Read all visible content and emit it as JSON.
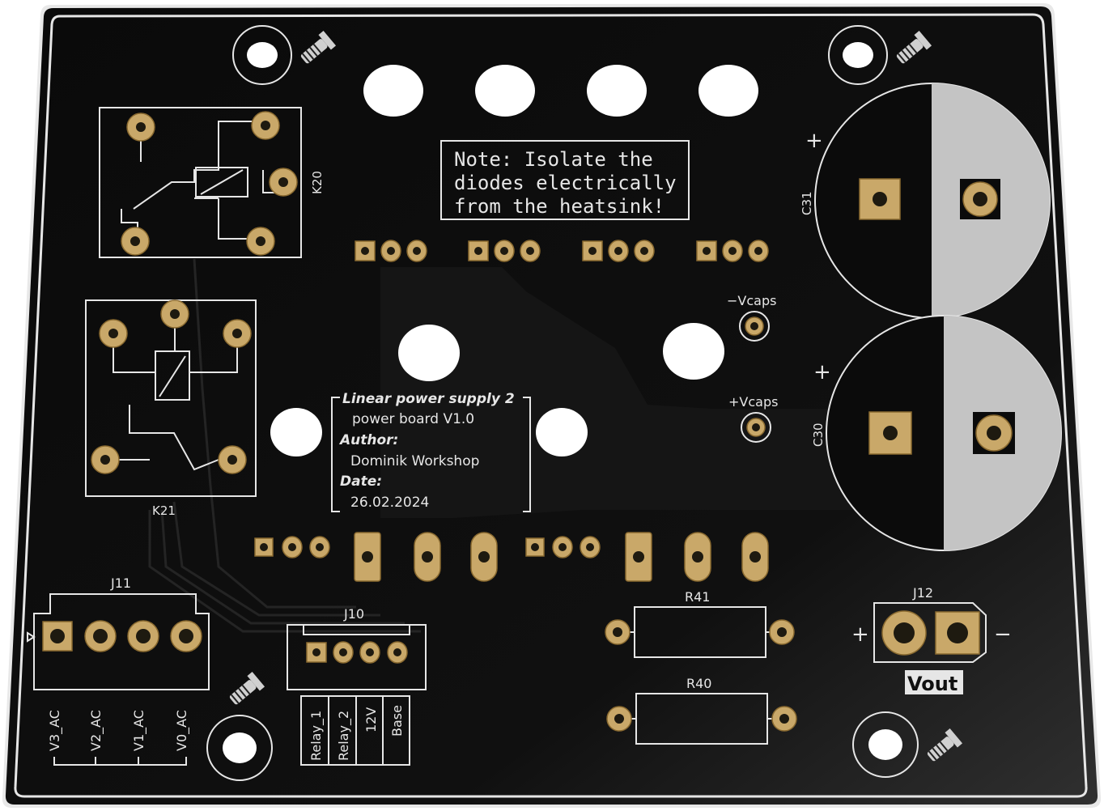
{
  "note": {
    "lines": [
      "Note: Isolate the",
      "diodes electrically",
      "from the heatsink!"
    ]
  },
  "title_block": {
    "title": "Linear power supply 2",
    "subtitle": "power board V1.0",
    "author_label": "Author:",
    "author": "Dominik Workshop",
    "date_label": "Date:",
    "date": "26.02.2024"
  },
  "refdes": {
    "k20": "K20",
    "k21": "K21",
    "c31": "C31",
    "c30": "C30",
    "j11": "J11",
    "j10": "J10",
    "j12": "J12",
    "r41": "R41",
    "r40": "R40"
  },
  "labels": {
    "vcaps_minus": "−Vcaps",
    "vcaps_plus": "+Vcaps",
    "plus": "+",
    "minus": "−",
    "vout": "Vout"
  },
  "j11_pins": [
    "V3_AC",
    "V2_AC",
    "V1_AC",
    "V0_AC"
  ],
  "j10_pins": [
    "Relay_1",
    "Relay_2",
    "12V",
    "Base"
  ],
  "colors": {
    "board": "#0b0b0b",
    "silkscreen": "#e6e6e6",
    "pad": "#c9a869",
    "capacitor_fill": "#c4c4c4"
  }
}
